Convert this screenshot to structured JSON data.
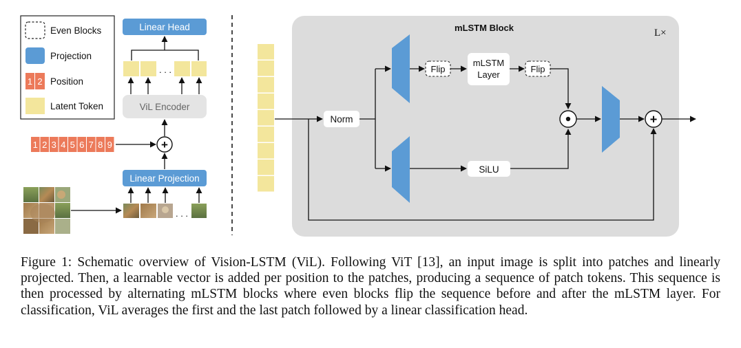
{
  "legend": {
    "items": [
      {
        "id": "even-blocks",
        "label": "Even Blocks"
      },
      {
        "id": "projection",
        "label": "Projection"
      },
      {
        "id": "position",
        "label": "Position",
        "swatch_digits": [
          "1",
          "2"
        ]
      },
      {
        "id": "latent-token",
        "label": "Latent Token"
      }
    ]
  },
  "left_panel": {
    "linear_head": "Linear Head",
    "vil_encoder": "ViL Encoder",
    "linear_projection": "Linear Projection",
    "position_digits": [
      "1",
      "2",
      "3",
      "4",
      "5",
      "6",
      "7",
      "8",
      "9"
    ],
    "ellipsis": ". . .",
    "add_symbol": "+"
  },
  "block": {
    "title": "mLSTM Block",
    "repeat": "L×",
    "norm": "Norm",
    "flip_in": "Flip",
    "mlstm_layer_line1": "mLSTM",
    "mlstm_layer_line2": "Layer",
    "flip_out": "Flip",
    "silu": "SiLU",
    "mult_symbol": "•",
    "add_symbol": "+"
  },
  "colors": {
    "projection_blue": "#5b9bd5",
    "position_orange": "#ec7a5a",
    "latent_yellow": "#f3e69c",
    "block_bg": "#dcdcdc",
    "encoder_bg": "#e4e4e4"
  },
  "caption": "Figure 1: Schematic overview of Vision-LSTM (ViL). Following ViT [13], an input image is split into patches and linearly projected. Then, a learnable vector is added per position to the patches, producing a sequence of patch tokens. This sequence is then processed by alternating mLSTM blocks where even blocks flip the sequence before and after the mLSTM layer. For classification, ViL averages the first and the last patch followed by a linear classification head."
}
